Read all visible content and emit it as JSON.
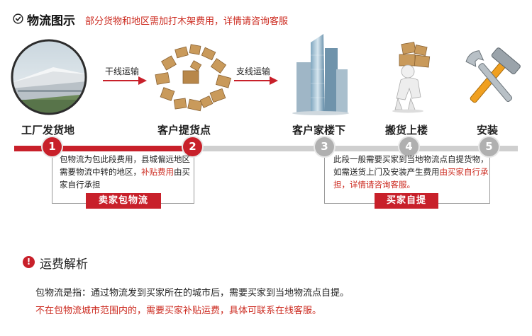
{
  "header": {
    "title": "物流图示",
    "note": "部分货物和地区需加打木架费用，详情请咨询客服"
  },
  "arrows": [
    {
      "label": "干线运输"
    },
    {
      "label": "支线运输"
    }
  ],
  "stages": [
    {
      "number": "1",
      "label": "工厂发货地"
    },
    {
      "number": "2",
      "label": "客户提货点"
    },
    {
      "number": "3",
      "label": "客户家楼下"
    },
    {
      "number": "4",
      "label": "搬货上楼"
    },
    {
      "number": "5",
      "label": "安装"
    }
  ],
  "box1": {
    "text_a": "包物流为包此段费用，县城偏远地区需要物流中转的地区，",
    "text_red": "补贴费用",
    "text_b": "由买家自行承担",
    "tag": "卖家包物流"
  },
  "box2": {
    "text_a": "此段一般需要买家到当地物流点自提货物，如需送货上门及安装产生费用",
    "text_red": "由买家自行承担，详情请咨询客服。",
    "tag": "买家自提"
  },
  "section": {
    "icon": "!",
    "title": "运费解析",
    "line1": "包物流是指：通过物流发到买家所在的城市后，需要买家到当地物流点自提。",
    "line2": "不在包物流城市范围内的，需要买家补贴运费，具体可联系在线客服。"
  },
  "colors": {
    "accent_red": "#c8202a",
    "text_red": "#cc2a1f",
    "inactive_grey": "#b0b0b0"
  },
  "icons": [
    "checkmark-circle-icon",
    "factory-photo",
    "boxes-photo",
    "skyscraper-photo",
    "worker-carrying-boxes-photo",
    "hammer-wrench-icon",
    "warning-icon"
  ]
}
